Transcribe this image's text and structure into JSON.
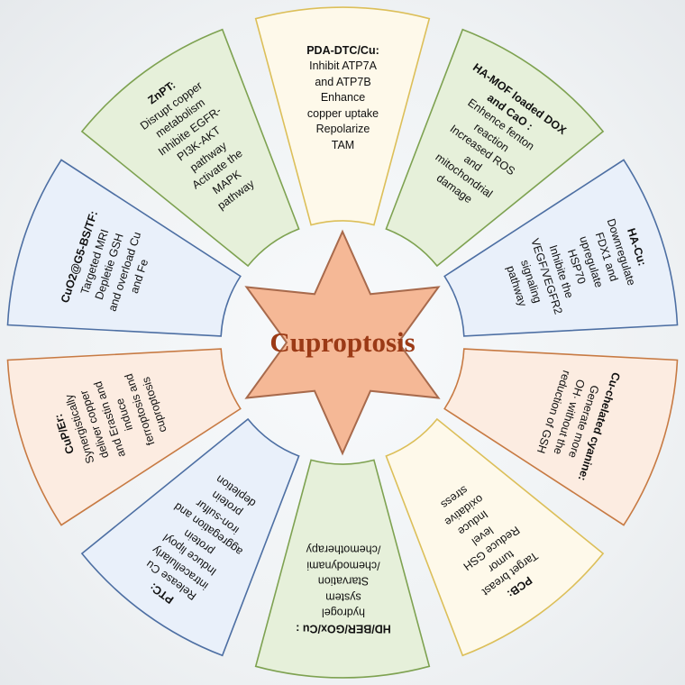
{
  "center_label": "Cuproptosis",
  "colors": {
    "yellow": {
      "fill": "#fef9ea",
      "stroke": "#dcbf59"
    },
    "green": {
      "fill": "#e6f0da",
      "stroke": "#7ea251"
    },
    "blue": {
      "fill": "#e9f0fa",
      "stroke": "#4d6fa3"
    },
    "orange": {
      "fill": "#fcece1",
      "stroke": "#c77a43"
    },
    "star": {
      "fill": "#f5b896",
      "stroke": "#a86a4c"
    }
  },
  "panels": [
    {
      "id": "pda-dtc-cu",
      "color": "yellow",
      "title": "PDA-DTC/Cu:",
      "body": [
        "Inhibit ATP7A",
        "and ATP7B",
        "Enhance",
        "copper uptake",
        "Repolarize",
        "TAM"
      ]
    },
    {
      "id": "ha-mof",
      "color": "green",
      "title": "HA-MOF loaded DOX and CaO :",
      "body": [
        "Enhence fenton",
        "reaction",
        "Increased ROS",
        "and",
        "mitochondrial",
        "damage"
      ]
    },
    {
      "id": "ha-cu",
      "color": "blue",
      "title": "HA-Cu:",
      "body": [
        "Downregulate",
        "FDX1 and",
        "upregulate",
        "HSP70",
        "Inhibite the",
        "VEGF/VEGFR2",
        "signaling",
        "pathway"
      ]
    },
    {
      "id": "cu-chelated-cyanine",
      "color": "orange",
      "title": "Cu-chelated cyanine:",
      "body": [
        "Generate more",
        "OH· without the",
        "reduction of GSH"
      ]
    },
    {
      "id": "pcb",
      "color": "yellow",
      "title": "PCB:",
      "body": [
        "Target breast",
        "tumor",
        "Reduce GSH",
        "level",
        "Induce",
        "oxidative",
        "stress"
      ]
    },
    {
      "id": "hd-ber-gox-cu",
      "color": "green",
      "title": "HD/BER/GOx/Cu :",
      "body": [
        "hydrogel",
        "system",
        "Starvation",
        "/chemodynami",
        "/chemotherapy"
      ]
    },
    {
      "id": "ptc",
      "color": "blue",
      "title": "PTC:",
      "body": [
        "Release Cu",
        "intracellularly",
        "Induce lipoyl",
        "protein",
        "aggregation and",
        "iron-sulfur",
        "protein",
        "depletion"
      ]
    },
    {
      "id": "cup-er",
      "color": "orange",
      "title": "CuP/Er:",
      "body": [
        "Synergistically",
        "deliver copper",
        "and Erastin and",
        "induce",
        "ferroptosis and",
        "cuproptosis"
      ]
    },
    {
      "id": "cuo2-g5",
      "color": "blue",
      "title": "CuO2@G5-BS/TF:",
      "body": [
        "Targeted MRI",
        "Depletie GSH",
        "and overload Cu",
        "and Fe"
      ]
    },
    {
      "id": "znpt",
      "color": "green",
      "title": "ZnPT:",
      "body": [
        "Disrupt copper",
        "metabolism",
        "Inhibite EGFR-",
        "PI3K-AKT",
        "pathway",
        "Activate the",
        "MAPK",
        "pathway"
      ]
    }
  ]
}
